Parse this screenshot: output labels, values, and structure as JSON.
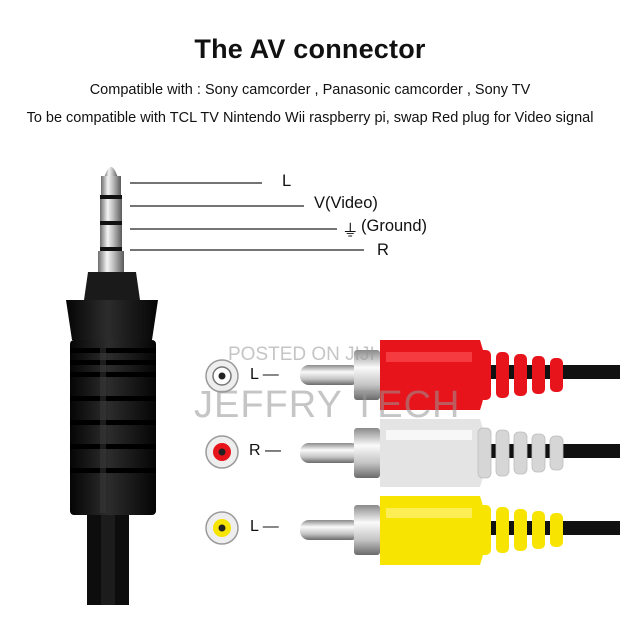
{
  "title": "The AV connector",
  "compatible_line": "Compatible with : Sony camcorder , Panasonic camcorder , Sony TV",
  "tip_line": "To be compatible with TCL TV Nintendo Wii raspberry pi, swap Red plug for Video signal",
  "jack_labels": {
    "left": "L",
    "video": "V(Video)",
    "ground_symbol": "⏚",
    "ground": "(Ground)",
    "right": "R"
  },
  "rca_labels": {
    "top": "L —",
    "middle": "R —",
    "bottom": "L —"
  },
  "plug_colors": {
    "red": "#e8141c",
    "white": "#e4e4e4",
    "yellow": "#f7e400",
    "cable": "#111111"
  },
  "watermark": {
    "line1": "POSTED ON JIJI",
    "line2": "JEFFRY TECH"
  }
}
